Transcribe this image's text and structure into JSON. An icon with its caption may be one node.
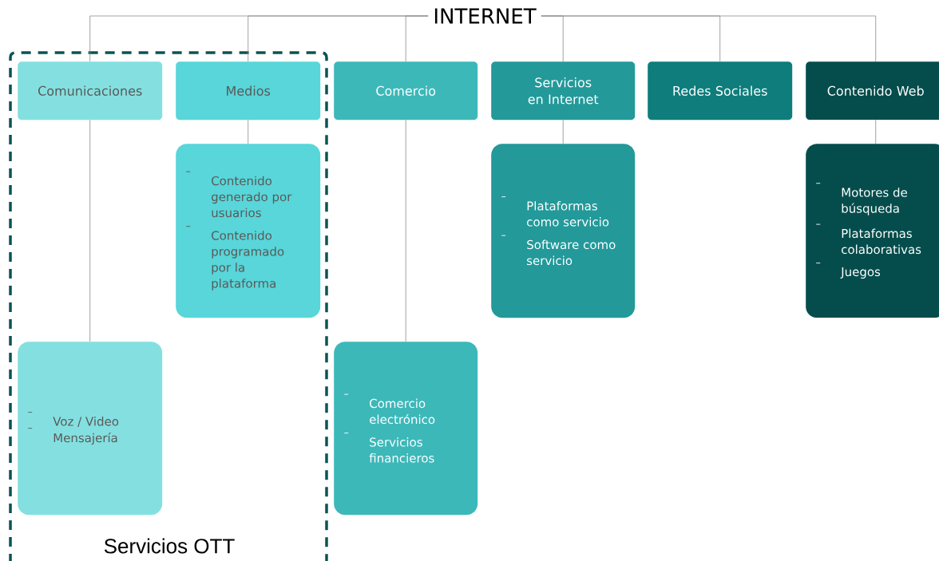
{
  "diagram": {
    "nodes": [
      {
        "text": [
          "INTERNET"
        ]
      },
      {
        "text": [
          "Servicios OTT"
        ]
      },
      {
        "text": [
          "Comunicaciones"
        ],
        "in": 1
      },
      {
        "text": [
          "Medios"
        ],
        "in": 1
      },
      {
        "text": [
          "Comercio"
        ]
      },
      {
        "text": [
          "Servicios en Internet"
        ]
      },
      {
        "text": [
          "Redes Sociales"
        ]
      },
      {
        "text": [
          "Contenido Web"
        ]
      },
      {
        "text": [
          "Contenido generado por usuarios",
          "Contenido programado por la plataforma"
        ],
        "in": 1
      },
      {
        "text": [
          "Plataformas como servicio",
          "Software como servicio"
        ]
      },
      {
        "text": [
          "Motores de búsqueda",
          "Plataformas colaborativas",
          "Juegos"
        ]
      },
      {
        "text": [
          "Voz / Video",
          "Mensajería"
        ],
        "in": 1
      },
      {
        "text": [
          "Comercio electrónico",
          "Servicios financieros"
        ]
      }
    ],
    "edges": [
      {
        "from": 0,
        "to": 2,
        "arrow": "none"
      },
      {
        "from": 0,
        "to": 3,
        "arrow": "none"
      },
      {
        "from": 0,
        "to": 4,
        "arrow": "none"
      },
      {
        "from": 0,
        "to": 5,
        "arrow": "none"
      },
      {
        "from": 0,
        "to": 6,
        "arrow": "none"
      },
      {
        "from": 0,
        "to": 7,
        "arrow": "none"
      },
      {
        "from": 2,
        "to": 11,
        "arrow": "none"
      },
      {
        "from": 3,
        "to": 8,
        "arrow": "none"
      },
      {
        "from": 4,
        "to": 12,
        "arrow": "none"
      },
      {
        "from": 5,
        "to": 9,
        "arrow": "none"
      },
      {
        "from": 7,
        "to": 10,
        "arrow": "none"
      }
    ]
  }
}
